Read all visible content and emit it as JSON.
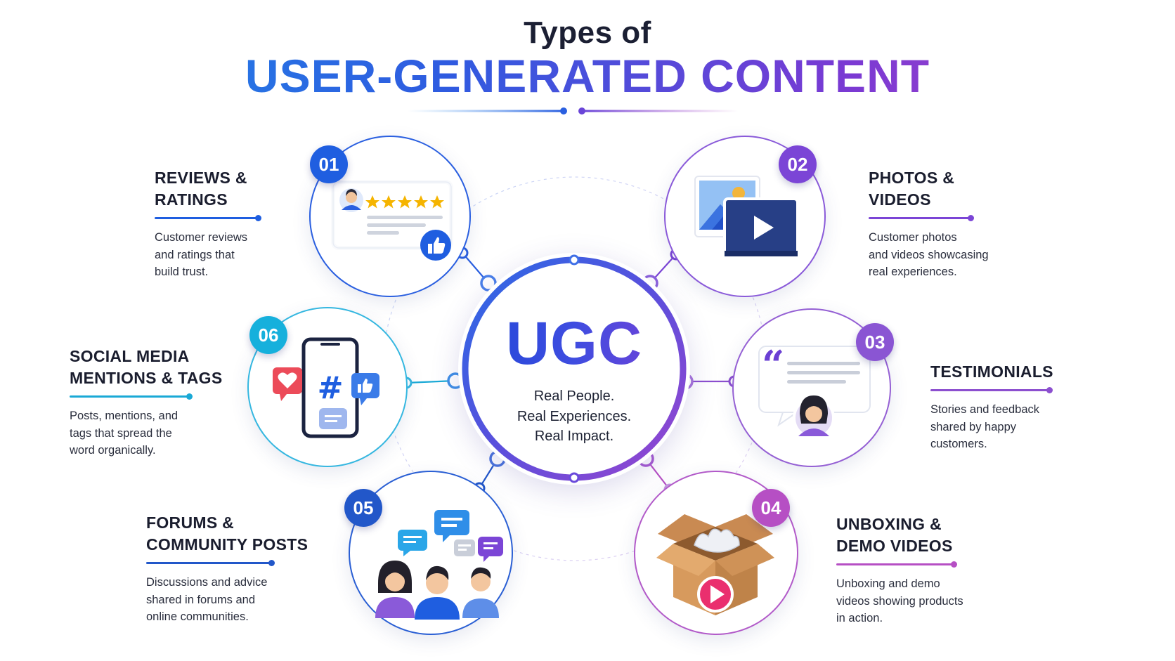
{
  "title": {
    "line1": "Types of",
    "line2": "USER-GENERATED CONTENT"
  },
  "center": {
    "acronym": "UGC",
    "tagline": "Real People.\nReal Experiences.\nReal Impact."
  },
  "items": [
    {
      "number": "01",
      "heading": "REVIEWS &\nRATINGS",
      "description": "Customer reviews\nand ratings that\nbuild trust.",
      "color": "#1e5fe0",
      "icon": "review-card-icon"
    },
    {
      "number": "02",
      "heading": "PHOTOS &\nVIDEOS",
      "description": "Customer photos\nand videos showcasing\nreal experiences.",
      "color": "#7b45d6",
      "icon": "photo-video-icon"
    },
    {
      "number": "03",
      "heading": "TESTIMONIALS",
      "description": "Stories and feedback\nshared by happy\ncustomers.",
      "color": "#8c4fcf",
      "icon": "testimonial-quote-icon"
    },
    {
      "number": "04",
      "heading": "UNBOXING &\nDEMO VIDEOS",
      "description": "Unboxing and demo\nvideos showing products\nin action.",
      "color": "#b64fc4",
      "icon": "unboxing-box-icon"
    },
    {
      "number": "05",
      "heading": "FORUMS &\nCOMMUNITY POSTS",
      "description": "Discussions and advice\nshared in forums and\nonline communities.",
      "color": "#2257c9",
      "icon": "community-chat-icon"
    },
    {
      "number": "06",
      "heading": "SOCIAL MEDIA\nMENTIONS & TAGS",
      "description": "Posts, mentions, and\ntags that spread the\nword organically.",
      "color": "#1aa9d6",
      "icon": "social-phone-icon"
    }
  ]
}
